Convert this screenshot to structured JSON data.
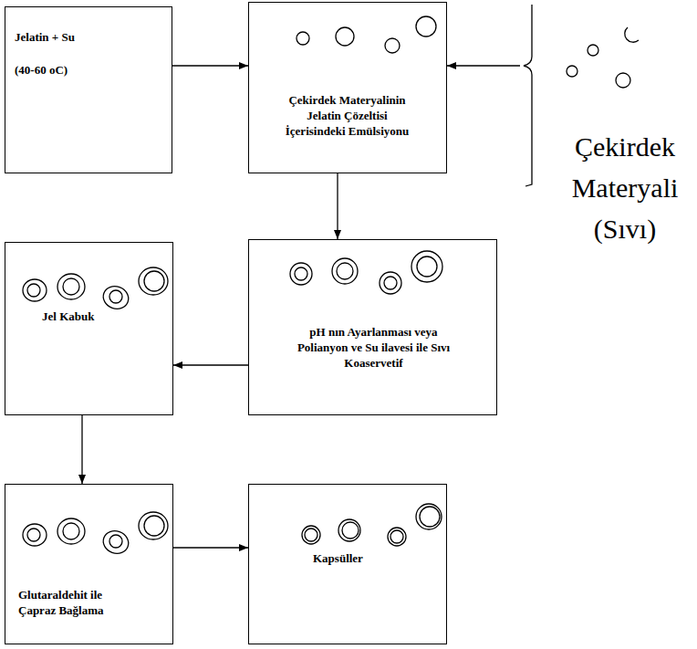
{
  "diagram": {
    "nodes": [
      {
        "text": [
          "Jelatin + Su",
          "(40-60 oC)"
        ]
      },
      {
        "text": [
          "Çekirdek Materyalinin Jelatin Çözeltisi İçerisindeki Emülsiyonu"
        ]
      },
      {
        "text": [
          "Jel Kabuk"
        ]
      },
      {
        "text": [
          "pH nın Ayarlanması veya Polianyon ve Su ilavesi ile Sıvı Koaservetif"
        ]
      },
      {
        "text": [
          "Glutaraldehit ile Çapraz Bağlama"
        ]
      },
      {
        "text": [
          "Kapsüller"
        ]
      }
    ],
    "edges": [
      {
        "from": 0,
        "to": 1,
        "arrow": "to"
      },
      {
        "from": 1,
        "to": 3,
        "arrow": "to"
      },
      {
        "from": 3,
        "to": 2,
        "arrow": "to"
      },
      {
        "from": 2,
        "to": 4,
        "arrow": "to"
      },
      {
        "from": 4,
        "to": 5,
        "arrow": "to"
      }
    ],
    "labels": [
      "Çekirdek Materyali (Sıvı)"
    ]
  }
}
